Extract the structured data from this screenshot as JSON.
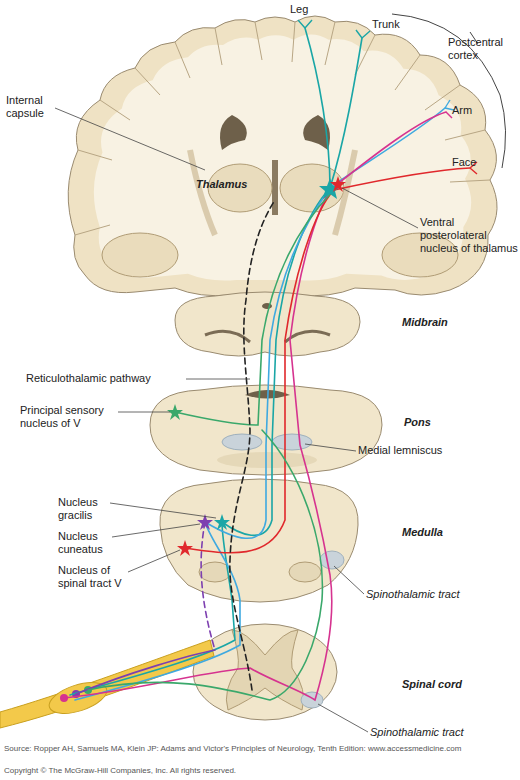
{
  "diagram": {
    "labels": [
      "Leg",
      "Trunk",
      "Postcentral cortex",
      "Arm",
      "Face",
      "Internal capsule",
      "Thalamus",
      "Ventral posterolateral nucleus of thalamus",
      "Midbrain",
      "Reticulothalamic pathway",
      "Principal sensory nucleus of V",
      "Pons",
      "Medial lemniscus",
      "Nucleus gracilis",
      "Nucleus cuneatus",
      "Nucleus of spinal tract V",
      "Medulla",
      "Spinothalamic tract",
      "Spinal cord",
      "Spinothalamic tract",
      "Source: Ropper AH, Samuels MA, Klein JP: Adams and Victor's Principles of Neurology, Tenth Edition: www.accessmedicine.com",
      "Copyright © The McGraw-Hill Companies, Inc. All rights reserved."
    ]
  }
}
